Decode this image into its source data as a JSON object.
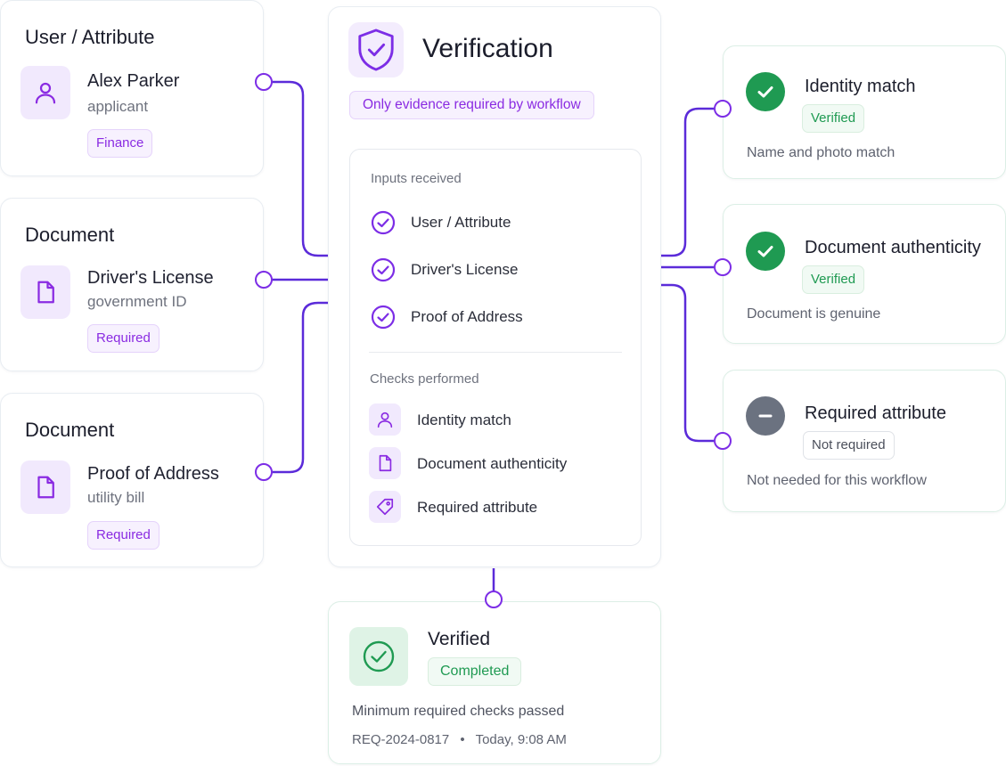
{
  "inputs": [
    {
      "title": "User / Attribute",
      "name": "Alex Parker",
      "sub": "applicant",
      "tag": "Finance",
      "icon": "user-icon"
    },
    {
      "title": "Document",
      "name": "Driver's License",
      "sub": "government ID",
      "tag": "Required",
      "icon": "document-icon"
    },
    {
      "title": "Document",
      "name": "Proof of Address",
      "sub": "utility bill",
      "tag": "Required",
      "icon": "document-icon"
    }
  ],
  "center": {
    "title": "Verification",
    "badge": "Only evidence required by workflow",
    "inputs_label": "Inputs received",
    "inputs": [
      "User / Attribute",
      "Driver's License",
      "Proof of Address"
    ],
    "checks_label": "Checks performed",
    "checks": [
      {
        "label": "Identity match",
        "icon": "user-icon"
      },
      {
        "label": "Document authenticity",
        "icon": "document-icon"
      },
      {
        "label": "Required attribute",
        "icon": "tag-icon"
      }
    ]
  },
  "results": [
    {
      "title": "Identity match",
      "status": "Verified",
      "desc": "Name and photo match",
      "state": "verified"
    },
    {
      "title": "Document authenticity",
      "status": "Verified",
      "desc": "Document is genuine",
      "state": "verified"
    },
    {
      "title": "Required attribute",
      "status": "Not required",
      "desc": "Not needed for this workflow",
      "state": "not-required"
    }
  ],
  "outcome": {
    "title": "Verified",
    "status": "Completed",
    "desc": "Minimum required checks passed",
    "request_id": "REQ-2024-0817",
    "separator": "•",
    "time": "Today, 9:08 AM"
  },
  "colors": {
    "accent": "#7c2de6",
    "success": "#1f9a52",
    "neutral": "#6b7280"
  }
}
